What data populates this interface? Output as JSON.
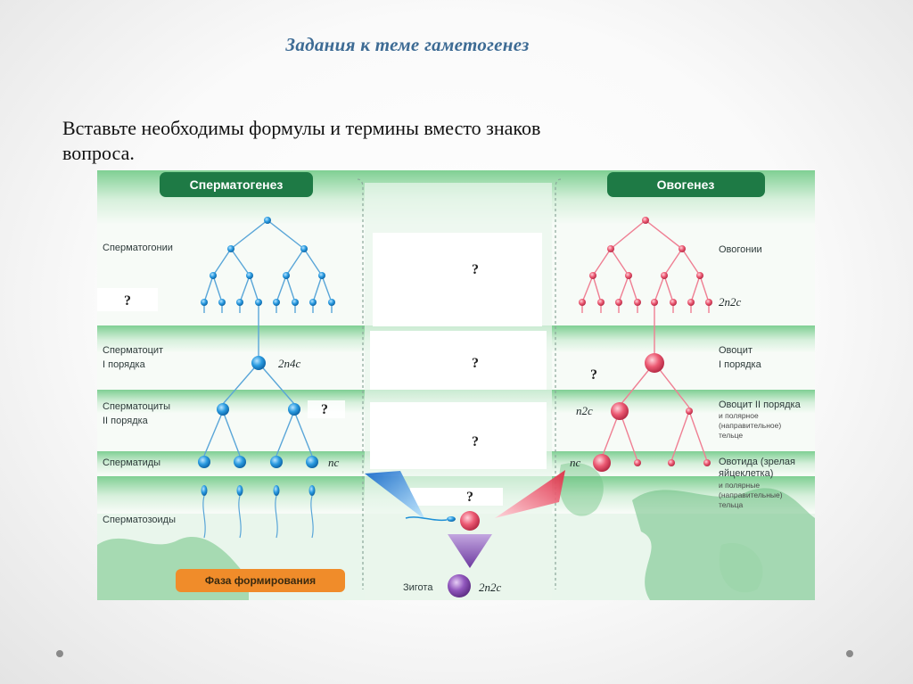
{
  "slide": {
    "title": "Задания  к теме гаметогенез",
    "task_line1": "Вставьте необходимы формулы и термины вместо знаков",
    "task_line2": "вопроса."
  },
  "diagram": {
    "spermatogenesis_header": "Сперматогенез",
    "oogenesis_header": "Овогенез",
    "left_labels": {
      "spermatogonia": "Сперматогонии",
      "spermatocyte1_l1": "Сперматоцит",
      "spermatocyte1_l2": "I порядка",
      "spermatocytes2_l1": "Сперматоциты",
      "spermatocytes2_l2": "II порядка",
      "spermatids": "Сперматиды",
      "spermatozoa": "Сперматозоиды"
    },
    "right_labels": {
      "oogonia": "Овогонии",
      "oocyte1_l1": "Овоцит",
      "oocyte1_l2": "I порядка",
      "oocyte2_l1": "Овоцит II порядка",
      "oocyte2_l2": "и полярное",
      "oocyte2_l3": "(направительное)",
      "oocyte2_l4": "тельце",
      "ootid_l1": "Овотида (зрелая",
      "ootid_l2": "яйцеклетка)",
      "ootid_l3": "и полярные",
      "ootid_l4": "(направительные)",
      "ootid_l5": "тельца"
    },
    "formulas": {
      "spermatocyte1": "2n4c",
      "spermatids": "nc",
      "oogonia": "2n2c",
      "oocyte2": "n2c",
      "ootid": "nc",
      "zygote": "2n2c"
    },
    "zygote_label": "Зигота",
    "phase_label": "Фаза формирования",
    "question_mark": "?",
    "colors": {
      "sperm_cell": "#1e90d6",
      "egg_cell": "#e8506a",
      "zygote": "#8a4fb0",
      "header_green": "#1e7a45",
      "phase_orange": "#f08c2a"
    }
  }
}
